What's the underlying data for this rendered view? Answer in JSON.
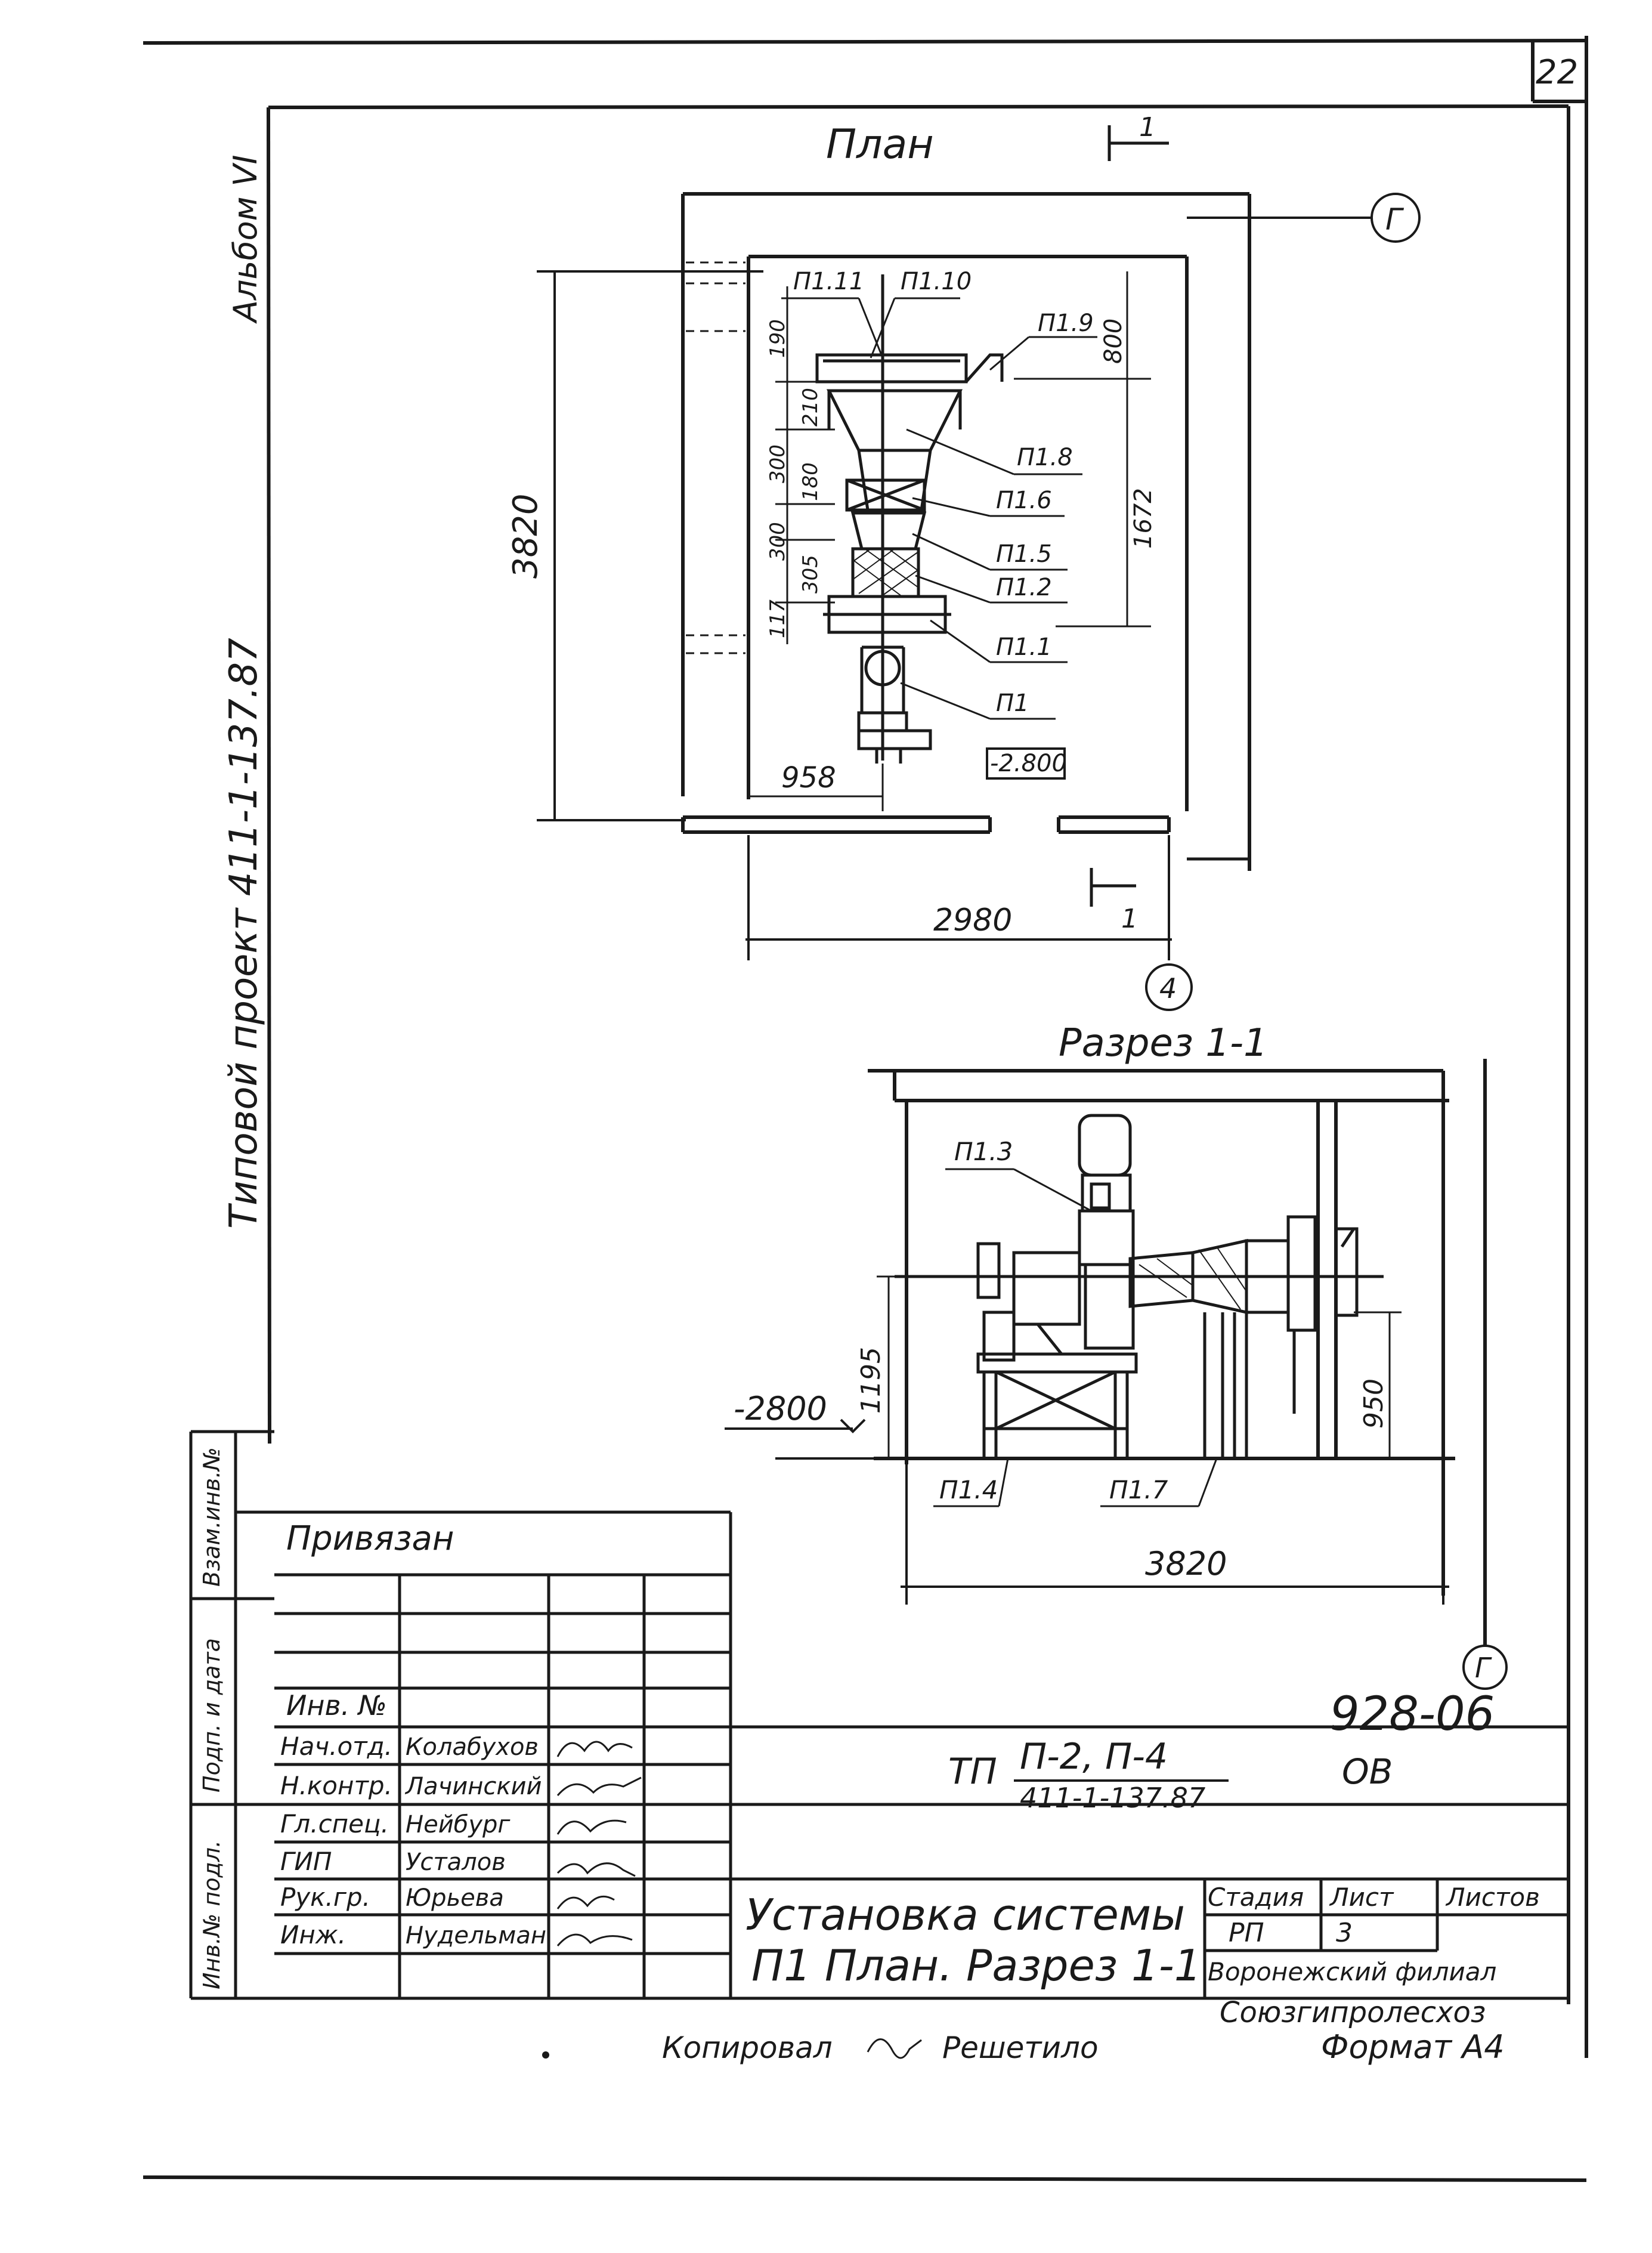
{
  "sheet_number": "22",
  "album_label": "Альбом VI",
  "project_label": "Типовой проект 411-1-137.87",
  "plan": {
    "title": "План",
    "section_mark": "1",
    "axis_g": "Г",
    "axis_4": "4",
    "tags": {
      "p1_11": "П1.11",
      "p1_10": "П1.10",
      "p1_9": "П1.9",
      "p1_8": "П1.8",
      "p1_6": "П1.6",
      "p1_5": "П1.5",
      "p1_2": "П1.2",
      "p1_1": "П1.1",
      "p1": "П1"
    },
    "dims": {
      "d3820": "3820",
      "d800": "800",
      "d1672": "1672",
      "d958": "958",
      "d2980": "2980",
      "d190": "190",
      "d210": "210",
      "d300a": "300",
      "d180": "180",
      "d300b": "300",
      "d305": "305",
      "d117": "117"
    },
    "level": "-2.800"
  },
  "section": {
    "title": "Разрез 1-1",
    "axis_g": "Г",
    "tags": {
      "p1_3": "П1.3",
      "p1_4": "П1.4",
      "p1_7": "П1.7"
    },
    "dims": {
      "d1195": "1195",
      "d950": "950",
      "d3820": "3820"
    },
    "level": "-2800"
  },
  "drawing_code": "928-06",
  "title_block": {
    "privyazan": "Привязан",
    "inv_no": "Инв. №",
    "side_labels": {
      "vzam": "Взам.инв.№",
      "podp": "Подп. и дата",
      "inv": "Инв.№ подл."
    },
    "staff": [
      {
        "role": "Нач.отд.",
        "name": "Колабухов"
      },
      {
        "role": "Н.контр.",
        "name": "Лачинский"
      },
      {
        "role": "Гл.спец.",
        "name": "Нейбург"
      },
      {
        "role": "ГИП",
        "name": "Усталов"
      },
      {
        "role": "Рук.гр.",
        "name": "Юрьева"
      },
      {
        "role": "Инж.",
        "name": "Нудельман"
      }
    ],
    "tp_prefix": "ТП",
    "tp_numerator": "П-2, П-4",
    "tp_denominator": "411-1-137.87",
    "mark": "ОВ",
    "title_line1": "Установка системы",
    "title_line2": "П1 План. Разрез 1-1",
    "stage_label": "Стадия",
    "sheet_label": "Лист",
    "sheets_label": "Листов",
    "stage": "РП",
    "sheet": "3",
    "org_line1": "Воронежский филиал",
    "org_line2": "Союзгипролесхоз"
  },
  "footer": {
    "copied": "Копировал",
    "copier": "Решетило",
    "format": "Формат А4"
  }
}
